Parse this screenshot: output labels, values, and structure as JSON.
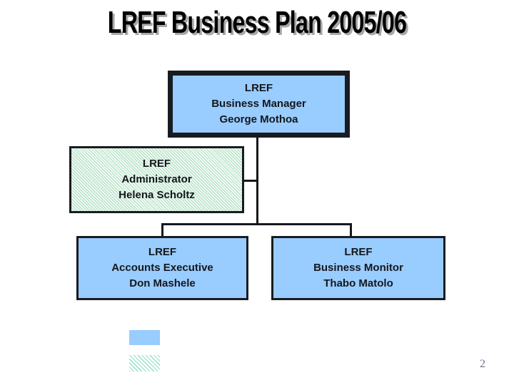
{
  "slide": {
    "title": "LREF Business Plan 2005/06",
    "page_number": "2"
  },
  "org_chart": {
    "nodes": [
      {
        "id": "business-manager",
        "org": "LREF",
        "role": "Business Manager",
        "person": "George Mothoa"
      },
      {
        "id": "administrator",
        "org": "LREF",
        "role": "Administrator",
        "person": "Helena Scholtz"
      },
      {
        "id": "accounts-executive",
        "org": "LREF",
        "role": "Accounts Executive",
        "person": "Don Mashele"
      },
      {
        "id": "business-monitor",
        "org": "LREF",
        "role": "Business Monitor",
        "person": "Thabo Matolo"
      }
    ]
  },
  "legend": {
    "swatches": [
      {
        "name": "solid-blue-swatch",
        "fill": "#99CCFF"
      },
      {
        "name": "diagonal-hatch-swatch",
        "fill": "#8FE0C4"
      }
    ]
  },
  "colors": {
    "box_fill_blue": "#99CCFF",
    "box_border_black": "#181B20",
    "hatch_bg_green": "#F2FAF4",
    "hatch_line_green": "#A9DCBE",
    "title_text": "#000000",
    "title_shadow": "#A8A8A8",
    "page_number_text": "#6E7A87",
    "slide_background": "#FFFFFF"
  }
}
